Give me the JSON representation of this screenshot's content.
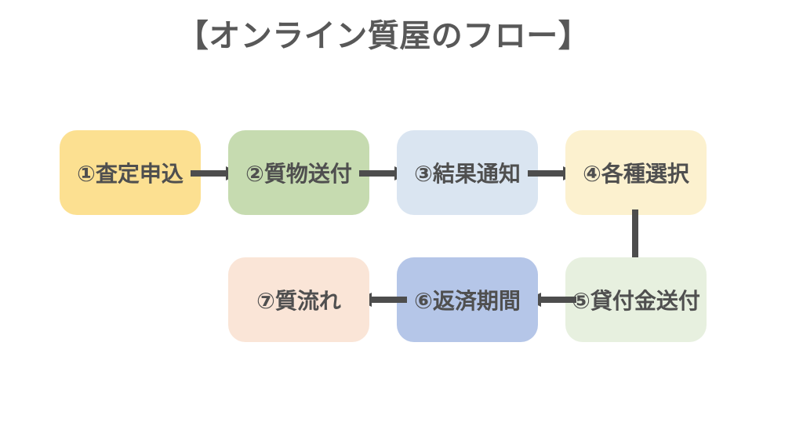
{
  "slide": {
    "title": "【オンライン質屋のフロー】",
    "background": "#FFFFFF",
    "title_color": "#585858",
    "text_color": "#4F4F4F",
    "arrow_color": "#4D4D4D"
  },
  "flow": {
    "steps": [
      {
        "label": "①査定申込",
        "bg": "#FCE091"
      },
      {
        "label": "②質物送付",
        "bg": "#C6DBB0"
      },
      {
        "label": "③結果通知",
        "bg": "#DAE5F1"
      },
      {
        "label": "④各種選択",
        "bg": "#FCF1CF"
      },
      {
        "label": "⑤貸付金送付",
        "bg": "#E7F0DF"
      },
      {
        "label": "⑥返済期間",
        "bg": "#B5C6E8"
      },
      {
        "label": "⑦質流れ",
        "bg": "#FAE5D7"
      }
    ],
    "arrows": [
      {
        "from": 1,
        "to": 2,
        "direction": "right"
      },
      {
        "from": 2,
        "to": 3,
        "direction": "right"
      },
      {
        "from": 3,
        "to": 4,
        "direction": "right"
      },
      {
        "from": 4,
        "to": 5,
        "direction": "down"
      },
      {
        "from": 5,
        "to": 6,
        "direction": "left"
      },
      {
        "from": 6,
        "to": 7,
        "direction": "left"
      }
    ]
  }
}
